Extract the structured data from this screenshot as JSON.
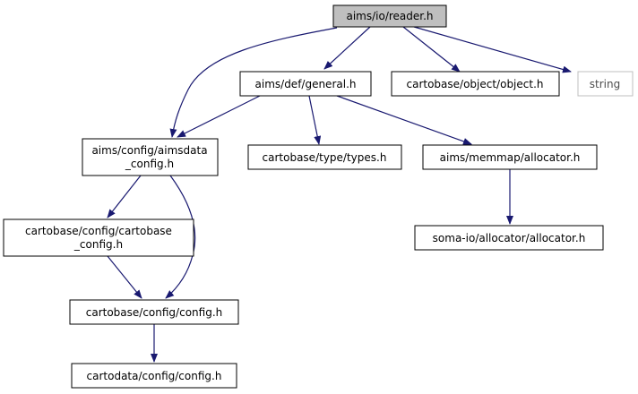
{
  "graph": {
    "nodes": {
      "reader": {
        "lines": [
          "aims/io/reader.h"
        ]
      },
      "general": {
        "lines": [
          "aims/def/general.h"
        ]
      },
      "object": {
        "lines": [
          "cartobase/object/object.h"
        ]
      },
      "string": {
        "lines": [
          "string"
        ]
      },
      "aimsdata_config": {
        "lines": [
          "aims/config/aimsdata",
          "_config.h"
        ]
      },
      "types": {
        "lines": [
          "cartobase/type/types.h"
        ]
      },
      "memmap_allocator": {
        "lines": [
          "aims/memmap/allocator.h"
        ]
      },
      "cartobase_config": {
        "lines": [
          "cartobase/config/cartobase",
          "_config.h"
        ]
      },
      "somaio_allocator": {
        "lines": [
          "soma-io/allocator/allocator.h"
        ]
      },
      "config": {
        "lines": [
          "cartobase/config/config.h"
        ]
      },
      "cartodata_config": {
        "lines": [
          "cartodata/config/config.h"
        ]
      }
    },
    "edges": [
      [
        "reader",
        "general"
      ],
      [
        "reader",
        "object"
      ],
      [
        "reader",
        "string"
      ],
      [
        "reader",
        "aimsdata_config"
      ],
      [
        "general",
        "aimsdata_config"
      ],
      [
        "general",
        "types"
      ],
      [
        "general",
        "memmap_allocator"
      ],
      [
        "aimsdata_config",
        "cartobase_config"
      ],
      [
        "aimsdata_config",
        "config"
      ],
      [
        "cartobase_config",
        "config"
      ],
      [
        "memmap_allocator",
        "somaio_allocator"
      ],
      [
        "config",
        "cartodata_config"
      ]
    ],
    "colors": {
      "edge": "#191970",
      "node_border": "#000000",
      "root_fill": "#bfbfbf",
      "external_border": "#bfbfbf",
      "node_fill": "#ffffff"
    }
  }
}
